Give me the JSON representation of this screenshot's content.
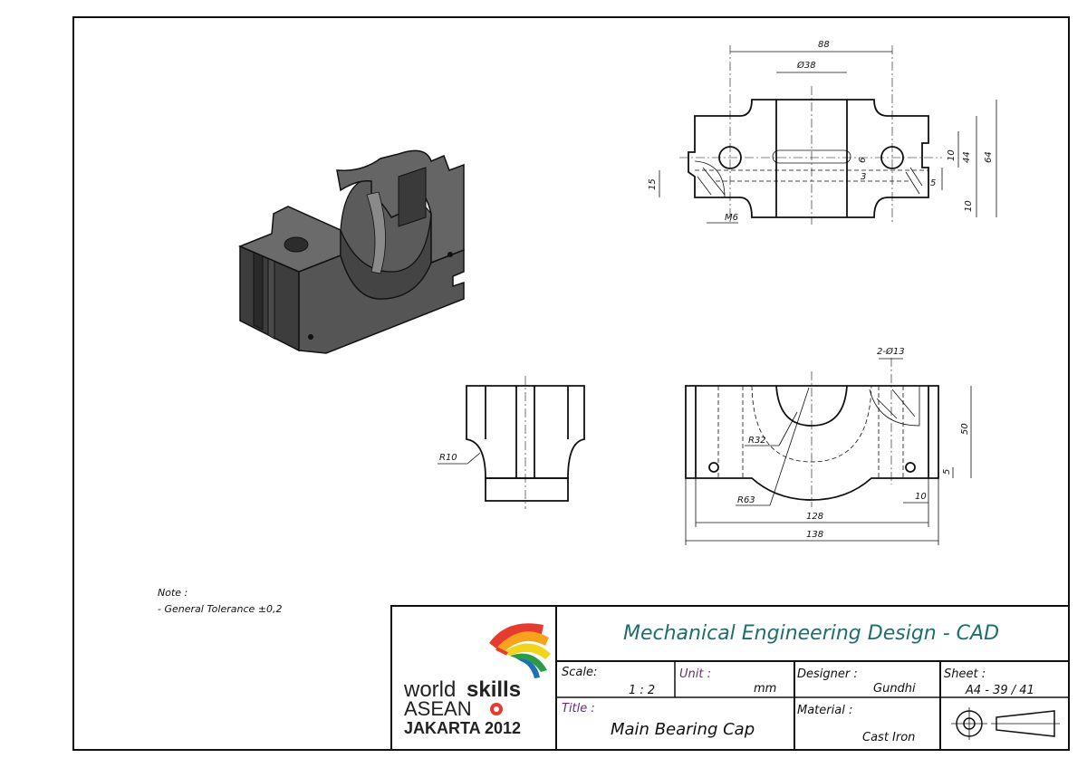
{
  "notes": {
    "heading": "Note :",
    "line1": "- General Tolerance ±0,2"
  },
  "dimensions": {
    "top_88": "88",
    "top_d38": "Ø38",
    "top_6": "6",
    "top_3": "3",
    "top_10": "10",
    "top_44": "44",
    "top_64": "64",
    "top_5": "5",
    "top_15": "15",
    "top_10b": "10",
    "top_m6": "M6",
    "side_r10": "R10",
    "front_2d13": "2-Ø13",
    "front_50": "50",
    "front_r32": "R32",
    "front_r63": "R63",
    "front_5": "5",
    "front_10": "10",
    "front_128": "128",
    "front_138": "138"
  },
  "logo": {
    "world": "world",
    "skills": "skills",
    "asean": "ASEAN",
    "jakarta": "JAKARTA 2012",
    "colors": [
      "#e63b2e",
      "#f7a21b",
      "#2d9a47",
      "#1f6fb5",
      "#f2d41c"
    ]
  },
  "title_block": {
    "header": "Mechanical Engineering Design - CAD",
    "scale_label": "Scale:",
    "scale_value": "1 : 2",
    "unit_label": "Unit :",
    "unit_value": "mm",
    "designer_label": "Designer :",
    "designer_value": "Gundhi",
    "sheet_label": "Sheet :",
    "sheet_value": "A4 - 39 / 41",
    "title_label": "Title :",
    "title_value": "Main Bearing Cap",
    "material_label": "Material :",
    "material_value": "Cast Iron",
    "header_color": "#1e6e6e",
    "title_label_color": "#6a2a7a",
    "unit_label_color": "#6a2a7a"
  }
}
